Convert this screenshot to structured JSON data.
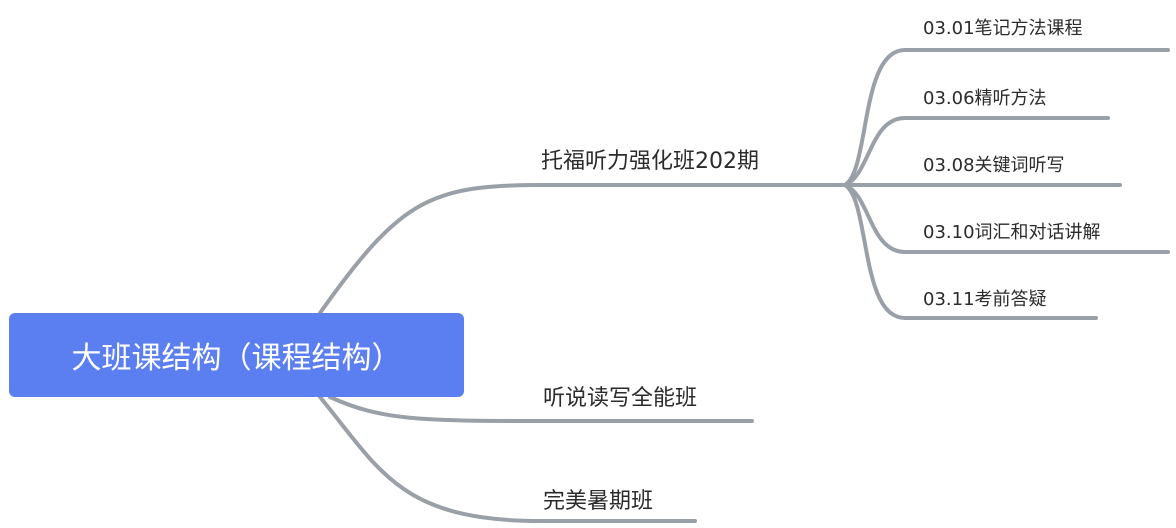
{
  "root": {
    "label": "大班课结构（课程结构）"
  },
  "branches": [
    {
      "label": "托福听力强化班202期"
    },
    {
      "label": "听说读写全能班"
    },
    {
      "label": "完美暑期班"
    }
  ],
  "leaves": [
    {
      "label": "03.01笔记方法课程"
    },
    {
      "label": "03.06精听方法"
    },
    {
      "label": "03.08关键词听写"
    },
    {
      "label": "03.10词汇和对话讲解"
    },
    {
      "label": "03.11考前答疑"
    }
  ],
  "colors": {
    "root_fill": "#5b7ff0",
    "connector": "#9aa0a7",
    "text": "#2b2b2b"
  }
}
